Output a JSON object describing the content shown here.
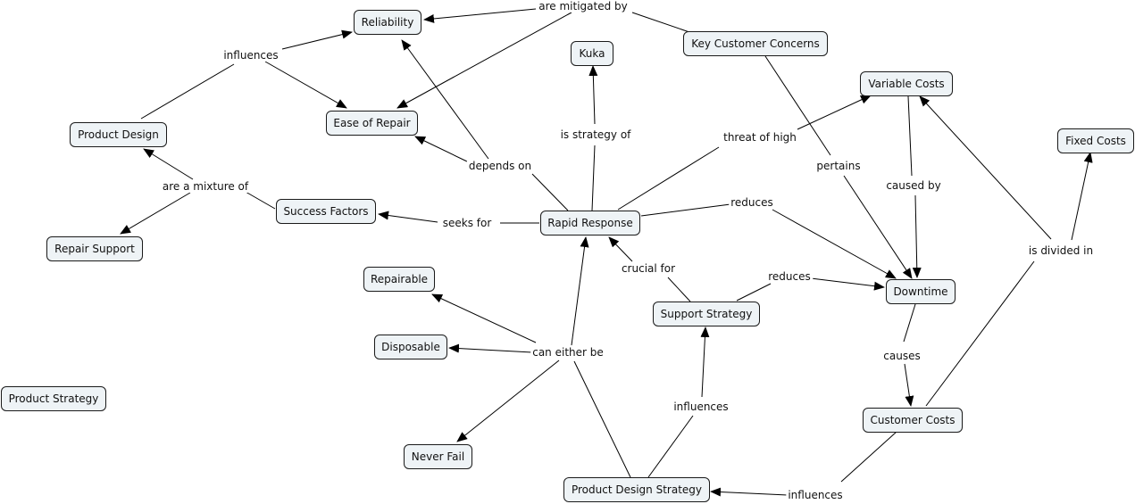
{
  "nodes": {
    "reliability": "Reliability",
    "kuka": "Kuka",
    "key_customer_concerns": "Key Customer Concerns",
    "variable_costs": "Variable Costs",
    "fixed_costs": "Fixed Costs",
    "product_design": "Product Design",
    "ease_of_repair": "Ease of Repair",
    "success_factors": "Success Factors",
    "rapid_response": "Rapid Response",
    "repair_support": "Repair Support",
    "repairable": "Repairable",
    "downtime": "Downtime",
    "support_strategy": "Support Strategy",
    "disposable": "Disposable",
    "product_strategy": "Product Strategy",
    "customer_costs": "Customer Costs",
    "never_fail": "Never Fail",
    "product_design_strategy": "Product Design Strategy"
  },
  "links": {
    "are_mitigated_by": "are mitigated by",
    "influences_1": "influences",
    "is_strategy_of": "is strategy of",
    "threat_of_high": "threat of high",
    "pertains": "pertains",
    "depends_on": "depends on",
    "caused_by": "caused by",
    "are_a_mixture_of": "are a mixture of",
    "seeks_for": "seeks for",
    "reduces_1": "reduces",
    "is_divided_in": "is divided in",
    "crucial_for": "crucial for",
    "reduces_2": "reduces",
    "can_either_be": "can either be",
    "causes": "causes",
    "influences_2": "influences",
    "influences_3": "influences"
  }
}
